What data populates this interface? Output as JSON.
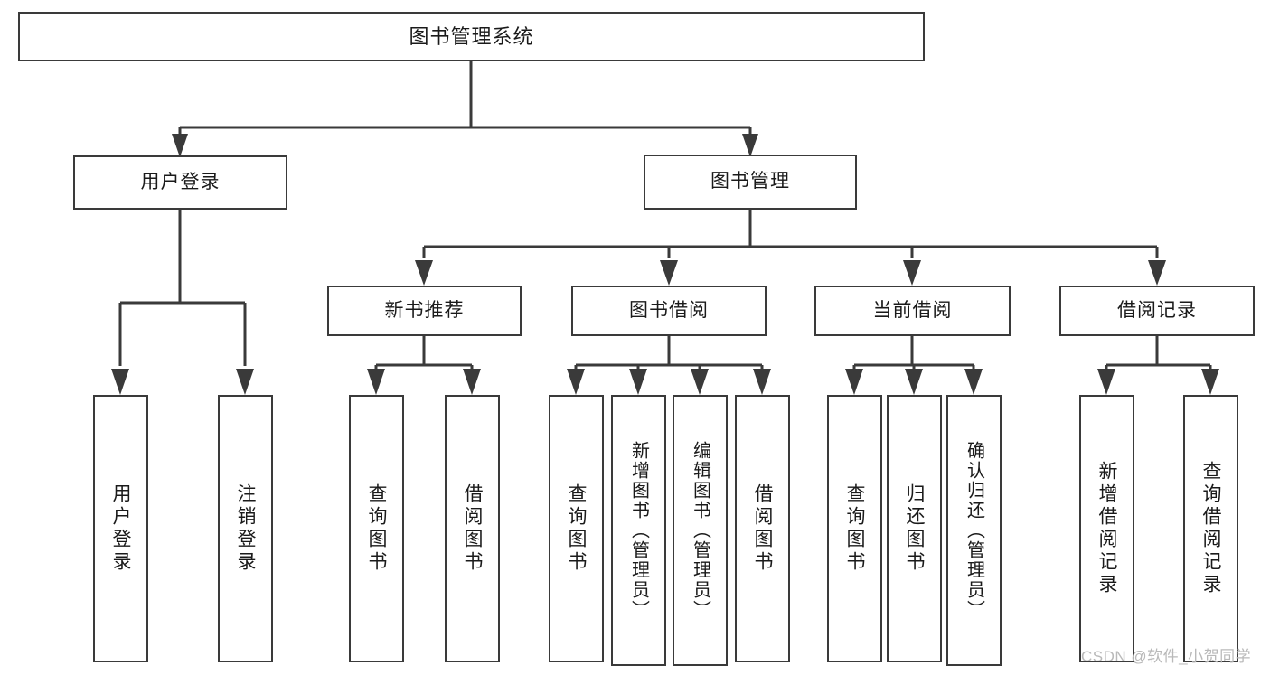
{
  "diagram": {
    "type": "tree",
    "title": "图书管理系统",
    "watermark": "CSDN @软件_小贺同学",
    "nodes": {
      "root": {
        "label": "图书管理系统"
      },
      "level1": [
        {
          "label": "用户登录"
        },
        {
          "label": "图书管理"
        }
      ],
      "level2": [
        {
          "label": "新书推荐"
        },
        {
          "label": "图书借阅"
        },
        {
          "label": "当前借阅"
        },
        {
          "label": "借阅记录"
        }
      ],
      "leaves_user_login": [
        {
          "label": "用户登录"
        },
        {
          "label": "注销登录"
        }
      ],
      "leaves_new_book": [
        {
          "label": "查询图书"
        },
        {
          "label": "借阅图书"
        }
      ],
      "leaves_borrow": [
        {
          "label": "查询图书"
        },
        {
          "label": "新增图书（管理员）"
        },
        {
          "label": "编辑图书（管理员）"
        },
        {
          "label": "借阅图书"
        }
      ],
      "leaves_current": [
        {
          "label": "查询图书"
        },
        {
          "label": "归还图书"
        },
        {
          "label": "确认归还（管理员）"
        }
      ],
      "leaves_records": [
        {
          "label": "新增借阅记录"
        },
        {
          "label": "查询借阅记录"
        }
      ]
    },
    "colors": {
      "stroke": "#3a3a3a",
      "fill": "#ffffff",
      "text": "#1a1a1a",
      "watermark": "#b9b9b9"
    }
  }
}
